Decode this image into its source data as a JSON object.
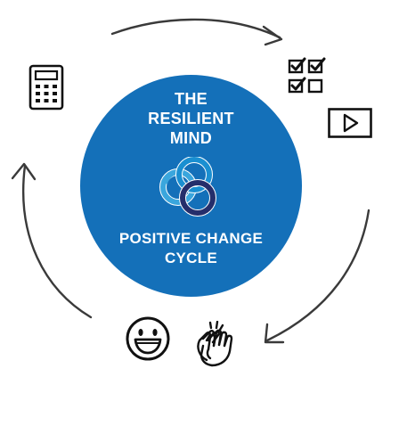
{
  "diagram": {
    "title_lines": [
      "THE",
      "RESILIENT",
      "MIND"
    ],
    "subtitle_lines": [
      "POSITIVE CHANGE",
      "CYCLE"
    ],
    "colors": {
      "circle": "#1470b9",
      "logo_light": "#3aa6dd",
      "logo_mid": "#1a5fa8",
      "logo_dark": "#252e6b",
      "arrow": "#3a3a3a",
      "icon": "#111111"
    },
    "icons": [
      "calculator-icon",
      "checklist-icon",
      "video-play-icon",
      "smiley-face-icon",
      "clapping-hands-icon"
    ]
  }
}
